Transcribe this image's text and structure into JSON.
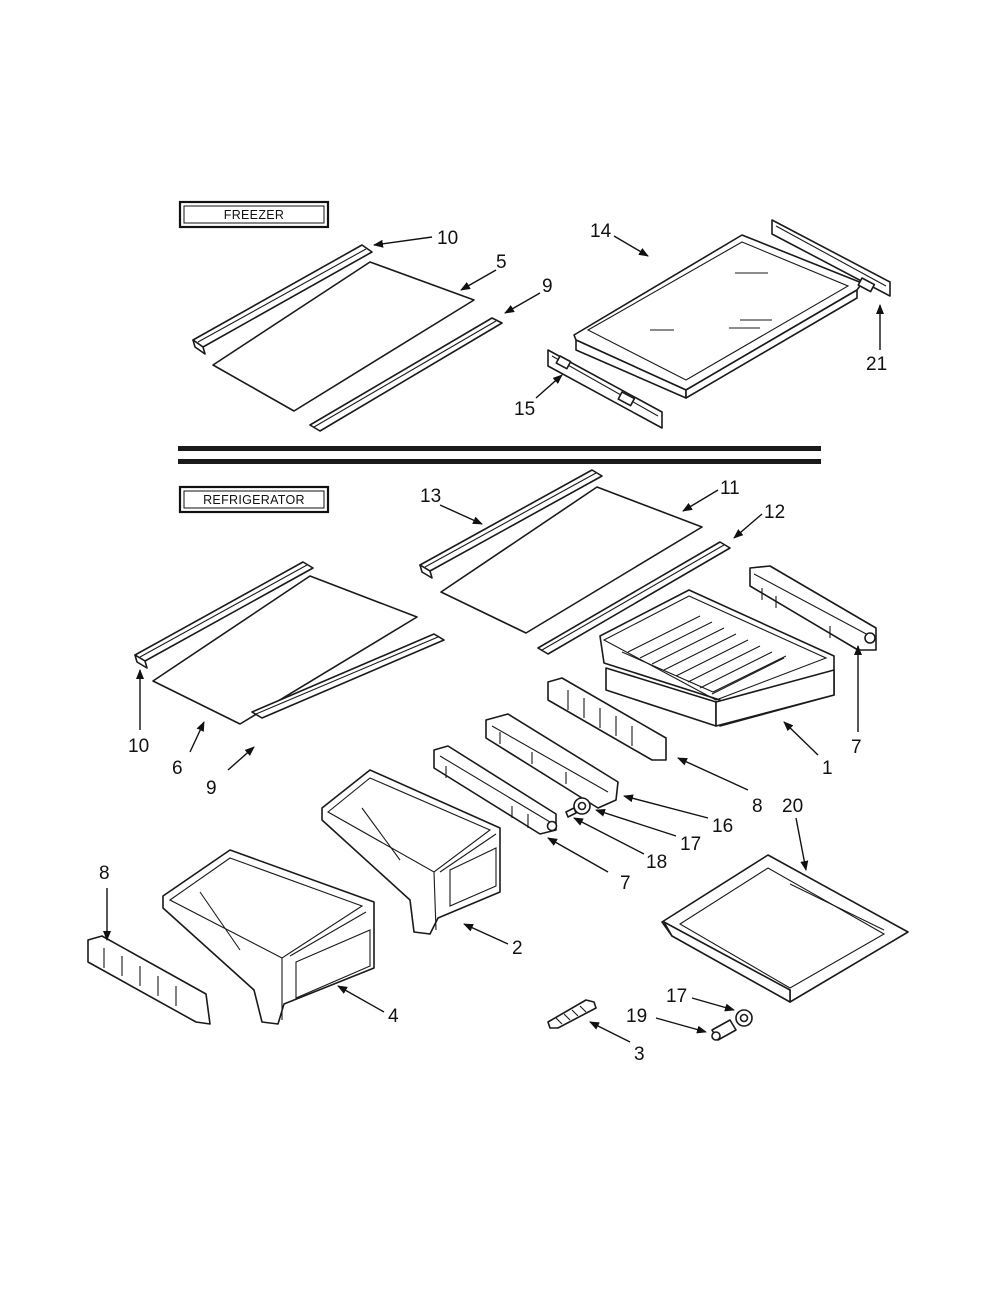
{
  "sections": {
    "freezer": {
      "label": "FREEZER"
    },
    "refrigerator": {
      "label": "REFRIGERATOR"
    }
  },
  "callouts": {
    "freezer_10": "10",
    "freezer_5": "5",
    "freezer_9": "9",
    "freezer_14": "14",
    "freezer_21": "21",
    "freezer_15": "15",
    "ref_13": "13",
    "ref_11": "11",
    "ref_12": "12",
    "ref_10": "10",
    "ref_6": "6",
    "ref_9": "9",
    "ref_7_right": "7",
    "ref_1": "1",
    "ref_8_mid": "8",
    "ref_16": "16",
    "ref_17_mid": "17",
    "ref_18": "18",
    "ref_7_mid": "7",
    "ref_20": "20",
    "ref_8_left": "8",
    "ref_2": "2",
    "ref_4": "4",
    "ref_17_low": "17",
    "ref_19": "19",
    "ref_3": "3"
  },
  "colors": {
    "line": "#1a1a1a",
    "background": "#ffffff"
  }
}
